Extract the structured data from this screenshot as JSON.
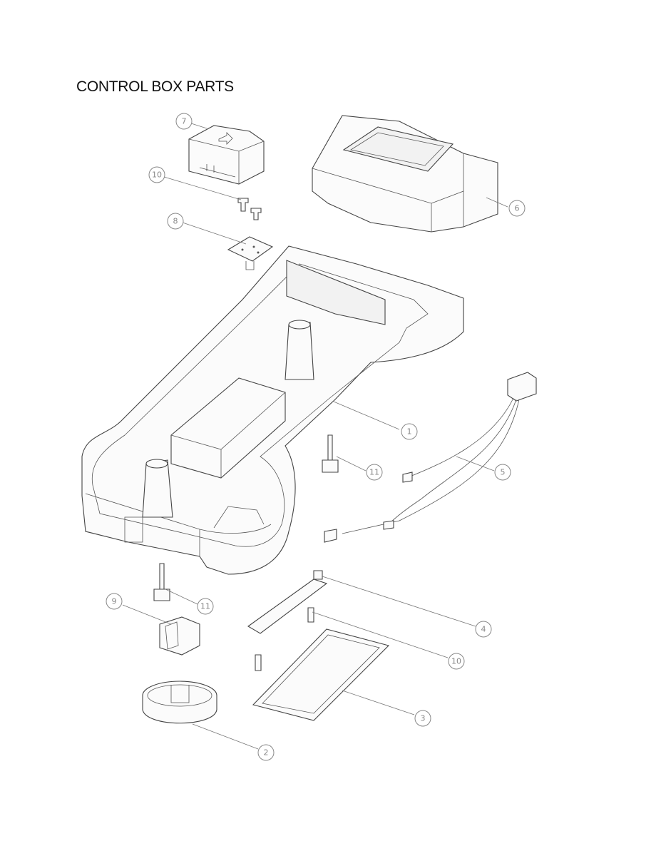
{
  "title": "CONTROL BOX PARTS",
  "callouts": [
    {
      "id": "c7a",
      "label": "7"
    },
    {
      "id": "c10a",
      "label": "10"
    },
    {
      "id": "c8",
      "label": "8"
    },
    {
      "id": "c6",
      "label": "6"
    },
    {
      "id": "c1",
      "label": "1"
    },
    {
      "id": "c11a",
      "label": "11"
    },
    {
      "id": "c5",
      "label": "5"
    },
    {
      "id": "c9",
      "label": "9"
    },
    {
      "id": "c11b",
      "label": "11"
    },
    {
      "id": "c4",
      "label": "4"
    },
    {
      "id": "c10b",
      "label": "10"
    },
    {
      "id": "c3",
      "label": "3"
    },
    {
      "id": "c2",
      "label": "2"
    }
  ]
}
